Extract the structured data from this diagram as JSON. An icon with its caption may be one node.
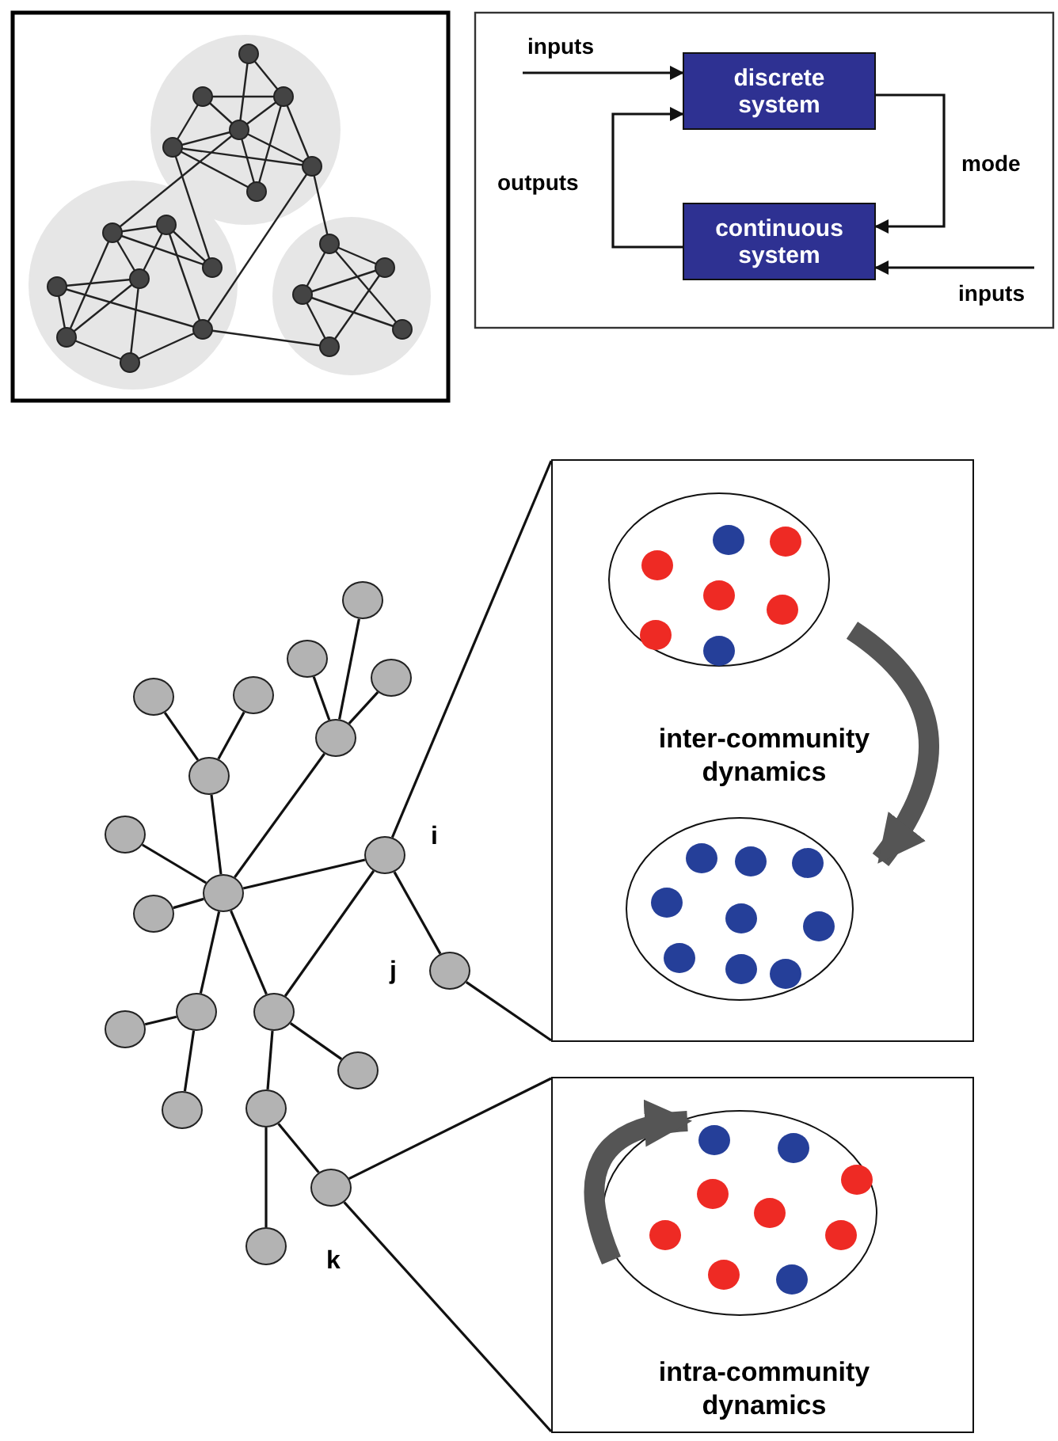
{
  "diagram": {
    "nodes": [
      {
        "text": [
          "discrete system"
        ]
      },
      {
        "text": [
          "continuous system"
        ]
      },
      {
        "text": [],
        "shape": "circle"
      },
      {
        "text": [],
        "shape": "circle"
      },
      {
        "text": [],
        "shape": "circle"
      },
      {
        "text": [],
        "shape": "circle"
      },
      {
        "text": [],
        "shape": "circle"
      },
      {
        "text": [],
        "shape": "circle"
      },
      {
        "text": [],
        "shape": "circle"
      },
      {
        "text": [],
        "shape": "circle"
      },
      {
        "text": [],
        "shape": "circle"
      },
      {
        "text": [],
        "shape": "circle",
        "beside": [
          "i"
        ]
      },
      {
        "text": [],
        "shape": "circle"
      },
      {
        "text": [],
        "shape": "circle",
        "beside": [
          "j"
        ]
      },
      {
        "text": [],
        "shape": "circle"
      },
      {
        "text": [],
        "shape": "circle"
      },
      {
        "text": [],
        "shape": "circle"
      },
      {
        "text": [],
        "shape": "circle"
      },
      {
        "text": [],
        "shape": "circle"
      },
      {
        "text": [],
        "shape": "circle"
      },
      {
        "text": [],
        "shape": "circle",
        "beside": [
          "k"
        ]
      },
      {
        "text": [],
        "shape": "circle"
      },
      {
        "text": [
          "inter-community dynamics"
        ]
      },
      {
        "text": [],
        "shape": "circle",
        "in": 22
      },
      {
        "text": [],
        "shape": "circle",
        "in": 22
      },
      {
        "text": [
          "intra-community dynamics"
        ]
      },
      {
        "text": [],
        "shape": "circle",
        "in": 25
      }
    ],
    "edges": [
      {
        "from": null,
        "to": 0,
        "arrow": "to",
        "label": "inputs"
      },
      {
        "from": 0,
        "to": 1,
        "arrow": "to",
        "label": "mode"
      },
      {
        "from": 1,
        "to": 0,
        "arrow": "to",
        "label": "outputs"
      },
      {
        "from": null,
        "to": 1,
        "arrow": "to",
        "label": "inputs"
      },
      {
        "from": 2,
        "to": 7,
        "arrow": "none"
      },
      {
        "from": 3,
        "to": 7,
        "arrow": "none"
      },
      {
        "from": 4,
        "to": 7,
        "arrow": "none"
      },
      {
        "from": 7,
        "to": 10,
        "arrow": "none"
      },
      {
        "from": 5,
        "to": 8,
        "arrow": "none"
      },
      {
        "from": 6,
        "to": 8,
        "arrow": "none"
      },
      {
        "from": 8,
        "to": 10,
        "arrow": "none"
      },
      {
        "from": 9,
        "to": 10,
        "arrow": "none"
      },
      {
        "from": 12,
        "to": 10,
        "arrow": "none"
      },
      {
        "from": 10,
        "to": 11,
        "arrow": "none"
      },
      {
        "from": 11,
        "to": 13,
        "arrow": "none"
      },
      {
        "from": 11,
        "to": 15,
        "arrow": "none"
      },
      {
        "from": 10,
        "to": 14,
        "arrow": "none"
      },
      {
        "from": 10,
        "to": 15,
        "arrow": "none"
      },
      {
        "from": 14,
        "to": 16,
        "arrow": "none"
      },
      {
        "from": 14,
        "to": 18,
        "arrow": "none"
      },
      {
        "from": 15,
        "to": 17,
        "arrow": "none"
      },
      {
        "from": 15,
        "to": 19,
        "arrow": "none"
      },
      {
        "from": 19,
        "to": 20,
        "arrow": "none"
      },
      {
        "from": 19,
        "to": 21,
        "arrow": "none"
      },
      {
        "from": 11,
        "to": 22,
        "arrow": "none"
      },
      {
        "from": 13,
        "to": 22,
        "arrow": "none"
      },
      {
        "from": 20,
        "to": 25,
        "arrow": "none"
      },
      {
        "from": 20,
        "to": 25,
        "arrow": "none"
      },
      {
        "from": 23,
        "to": 24,
        "arrow": "to",
        "style": "thick",
        "color": "#555555"
      },
      {
        "from": null,
        "to": 26,
        "arrow": "to",
        "style": "thick",
        "color": "#555555"
      }
    ]
  }
}
